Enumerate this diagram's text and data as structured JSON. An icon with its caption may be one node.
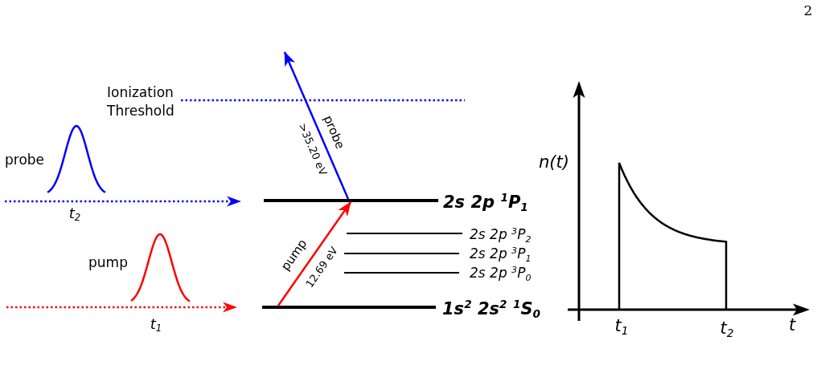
{
  "diagram": {
    "nodes": [
      {
        "text": [],
        "shape": "bar",
        "beside": [
          "2s 2p $^{1}$P$_{1}$"
        ]
      },
      {
        "text": [],
        "shape": "bar",
        "beside": [
          "2s 2p $^{3}$P$_{2}$"
        ]
      },
      {
        "text": [],
        "shape": "bar",
        "beside": [
          "2s 2p $^{3}$P$_{1}$"
        ]
      },
      {
        "text": [],
        "shape": "bar",
        "beside": [
          "2s 2p $^{3}$P$_{0}$"
        ]
      },
      {
        "text": [],
        "shape": "bar",
        "beside": [
          "1s$^{2}$ 2s$^{2}$ $^{1}$S$_{0}$"
        ]
      }
    ],
    "edges": [
      {
        "from": 4,
        "to": 0,
        "arrow": "to",
        "label": "pump",
        "color": "#ff0000"
      },
      {
        "from": 0,
        "to": null,
        "arrow": "to",
        "label": "probe",
        "color": "#0000ff"
      }
    ],
    "labels": [
      "2",
      "Ionization Threshold",
      "probe",
      "t$_{2}$",
      "pump",
      "t$_{1}$",
      "12.69 eV",
      ">35.20 eV",
      "n(t)",
      "t$_{1}$",
      "t$_{2}$",
      "t"
    ]
  }
}
